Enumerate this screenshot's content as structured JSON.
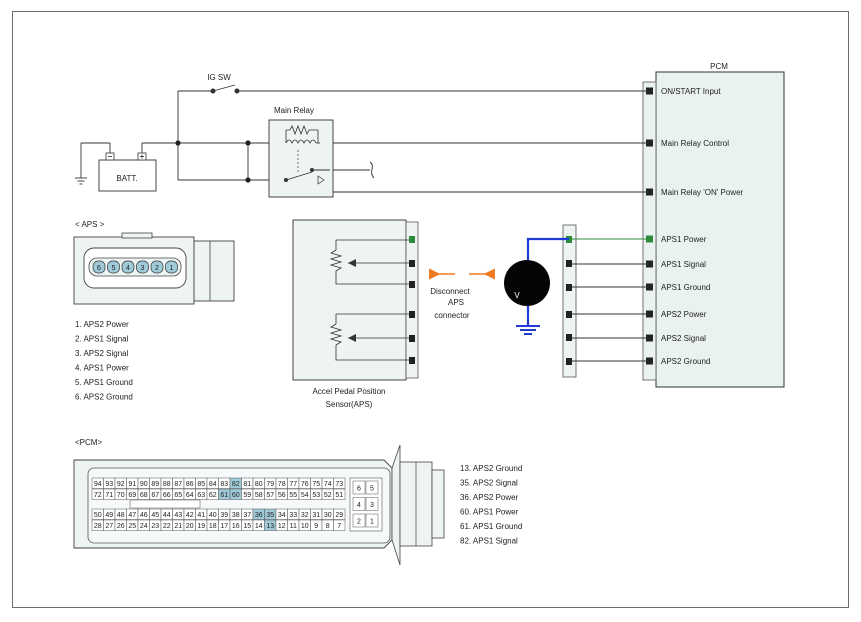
{
  "labels": {
    "pcm_title": "PCM",
    "ig_sw": "IG SW",
    "main_relay": "Main Relay",
    "batt": "BATT.",
    "aps_connector": "< APS   >",
    "pcm_connector": "<PCM>",
    "sensor_line1": "Accel Pedal Position",
    "sensor_line2": "Sensor(APS)",
    "disconnect_line1": "Disconnect",
    "disconnect_line2": "APS",
    "disconnect_line3": "connector",
    "voltmeter": "V"
  },
  "pcm_terminals": [
    "ON/START Input",
    "Main Relay Control",
    "Main Relay 'ON' Power",
    "APS1 Power",
    "APS1 Signal",
    "APS1 Ground",
    "APS2 Power",
    "APS2 Signal",
    "APS2 Ground"
  ],
  "aps_pins": [
    "6",
    "5",
    "4",
    "3",
    "2",
    "1"
  ],
  "aps_pin_list": [
    "1. APS2 Power",
    "2. APS1 Signal",
    "3. APS2 Signal",
    "4. APS1 Power",
    "5. APS1 Ground",
    "6. APS2 Ground"
  ],
  "pcm_pin_rows": [
    [
      "94",
      "93",
      "92",
      "91",
      "90",
      "89",
      "88",
      "87",
      "86",
      "85",
      "84",
      "83",
      "82",
      "81",
      "80",
      "79",
      "78",
      "77",
      "76",
      "75",
      "74",
      "73"
    ],
    [
      "72",
      "71",
      "70",
      "69",
      "68",
      "67",
      "66",
      "65",
      "64",
      "63",
      "62",
      "61",
      "60",
      "59",
      "58",
      "57",
      "56",
      "55",
      "54",
      "53",
      "52",
      "51"
    ],
    [
      "50",
      "49",
      "48",
      "47",
      "46",
      "45",
      "44",
      "43",
      "42",
      "41",
      "40",
      "39",
      "38",
      "37",
      "36",
      "35",
      "34",
      "33",
      "32",
      "31",
      "30",
      "29"
    ],
    [
      "28",
      "27",
      "26",
      "25",
      "24",
      "23",
      "22",
      "21",
      "20",
      "19",
      "18",
      "17",
      "16",
      "15",
      "14",
      "13",
      "12",
      "11",
      "10",
      "9",
      "8",
      "7"
    ]
  ],
  "pcm_small_pins": [
    [
      "6",
      "5"
    ],
    [
      "4",
      "3"
    ],
    [
      "2",
      "1"
    ]
  ],
  "pcm_highlight_pins": [
    "82",
    "61",
    "60",
    "36",
    "35",
    "13"
  ],
  "pcm_pin_list": [
    "13. APS2 Ground",
    "35. APS2 Signal",
    "36. APS2 Power",
    "60. APS1 Power",
    "61. APS1 Ground",
    "82. APS1 Signal"
  ],
  "colors": {
    "highlight_text": "#2e8b3c",
    "probe_wire": "#1f3bd6",
    "arrow": "#f07a22",
    "pin_highlight": "#9fcbd9"
  }
}
